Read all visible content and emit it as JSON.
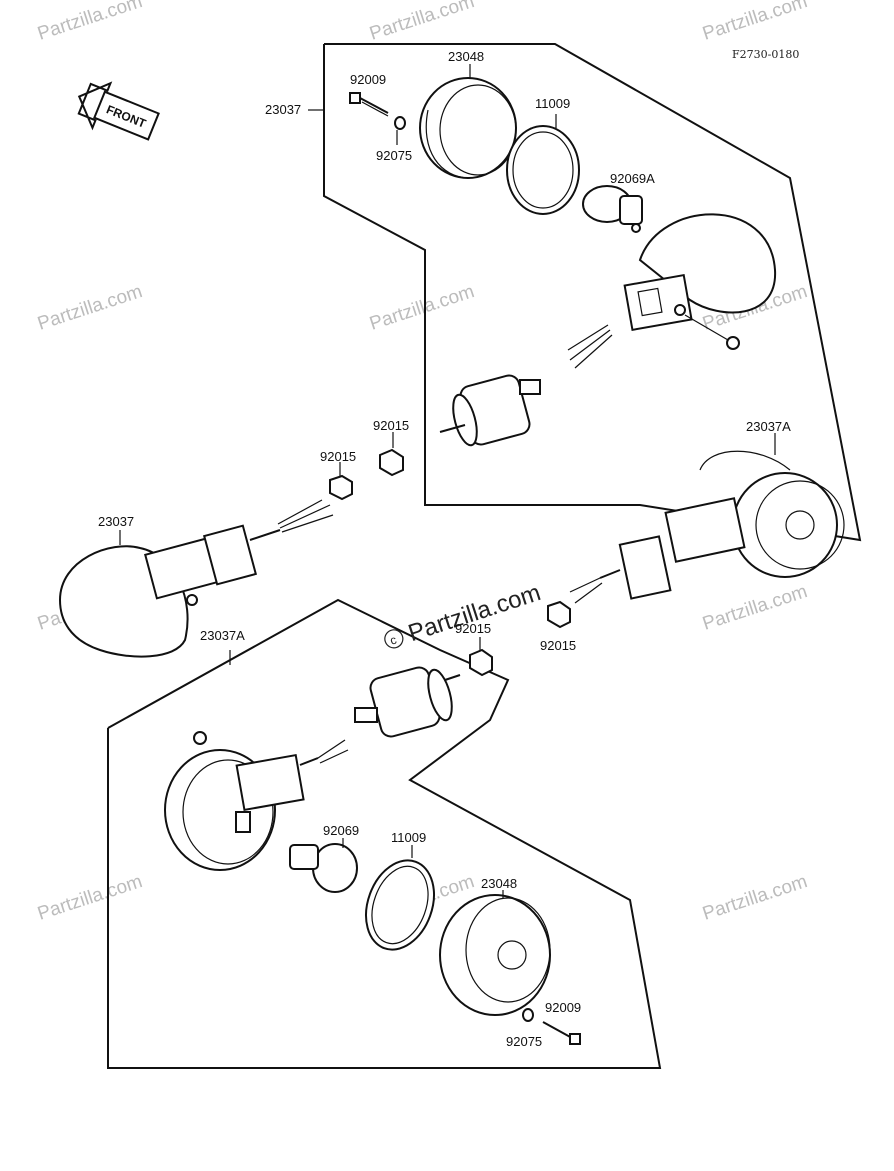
{
  "reference_code": "F2730-0180",
  "front_arrow": {
    "label": "FRONT"
  },
  "watermark": {
    "text": "Partzilla.com"
  },
  "labels": {
    "top_group": "23037",
    "top_lens_housing": "23048",
    "top_screw": "92009",
    "top_nut_small": "92075",
    "top_gasket": "11009",
    "top_bulb": "92069A",
    "top_nut_mount": "92015",
    "left_nut": "92015",
    "left_signal": "23037",
    "right_signal": "23037A",
    "right_nut": "92015",
    "center_nut": "92015",
    "bottom_group": "23037A",
    "bottom_bulb": "92069",
    "bottom_gasket": "11009",
    "bottom_lens_housing": "23048",
    "bottom_screw": "92009",
    "bottom_nut_small": "92075"
  }
}
